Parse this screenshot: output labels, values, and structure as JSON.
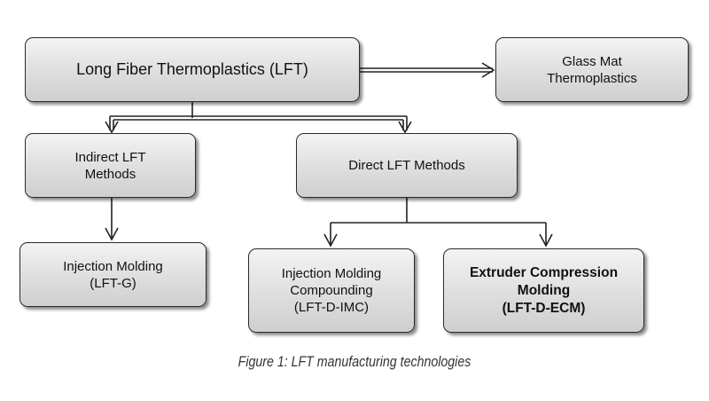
{
  "diagram": {
    "nodes": {
      "lft": "Long Fiber Thermoplastics (LFT)",
      "glass": "Glass Mat\nThermoplastics",
      "indirect": "Indirect LFT\nMethods",
      "direct": "Direct LFT Methods",
      "injection": "Injection Molding\n(LFT-G)",
      "imc": "Injection Molding\nCompounding\n(LFT-D-IMC)",
      "ecm": "Extruder Compression\nMolding\n(LFT-D-ECM)"
    },
    "edges": [
      {
        "from": "lft",
        "to": "glass"
      },
      {
        "from": "lft",
        "to": "indirect"
      },
      {
        "from": "lft",
        "to": "direct"
      },
      {
        "from": "indirect",
        "to": "injection"
      },
      {
        "from": "direct",
        "to": "imc"
      },
      {
        "from": "direct",
        "to": "ecm"
      }
    ],
    "caption": "Figure 1: LFT manufacturing technologies"
  }
}
